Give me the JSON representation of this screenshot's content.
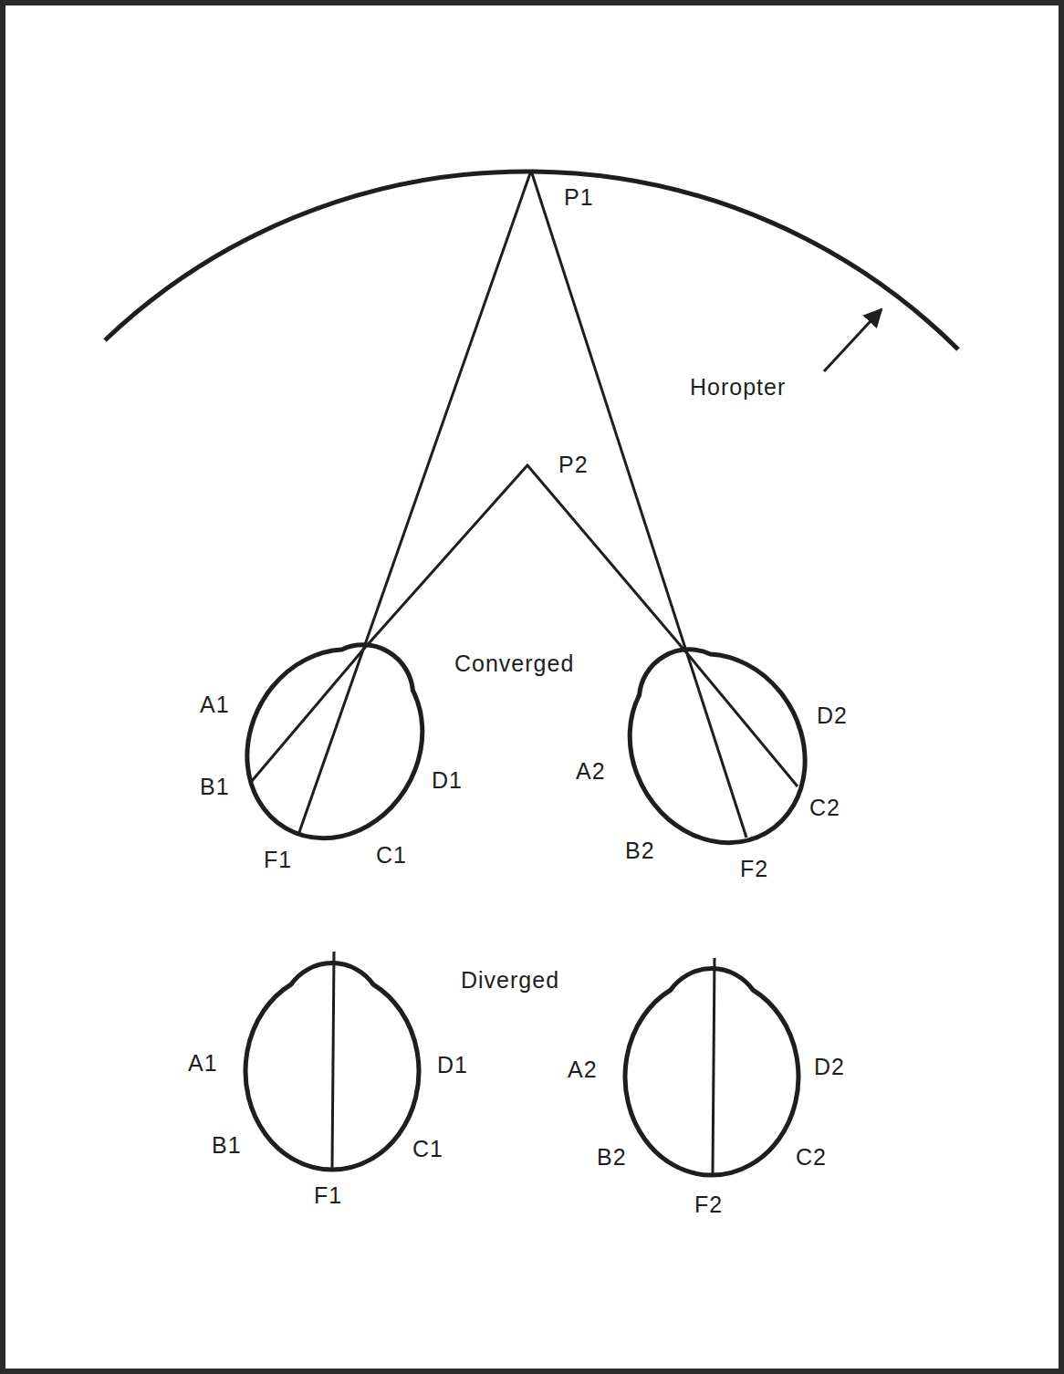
{
  "diagram": {
    "labels": [
      "P1",
      "Horopter",
      "P2",
      "Converged",
      "A1",
      "D2",
      "B1",
      "D1",
      "A2",
      "C2",
      "F1",
      "C1",
      "B2",
      "F2",
      "Diverged",
      "A1",
      "D1",
      "A2",
      "D2",
      "B1",
      "C1",
      "B2",
      "C2",
      "F1",
      "F2"
    ]
  }
}
